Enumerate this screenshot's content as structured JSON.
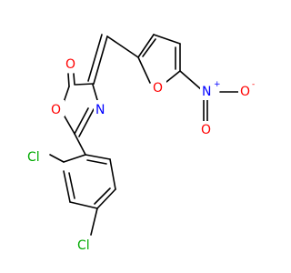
{
  "molecule": {
    "colors": {
      "bond": "#000000",
      "oxygen": "#ff0000",
      "nitrogen": "#0000ff",
      "chlorine": "#00aa00",
      "carbon": "#000000"
    },
    "atoms": {
      "o_carbonyl": "O",
      "o_ring": "O",
      "n_ring": "N",
      "o_furan": "O",
      "n_nitro": "N",
      "n_nitro_charge": "+",
      "o_nitro_a": "O",
      "o_nitro_a_charge": "-",
      "o_nitro_b": "O",
      "cl_a": "Cl",
      "cl_b": "Cl"
    }
  }
}
